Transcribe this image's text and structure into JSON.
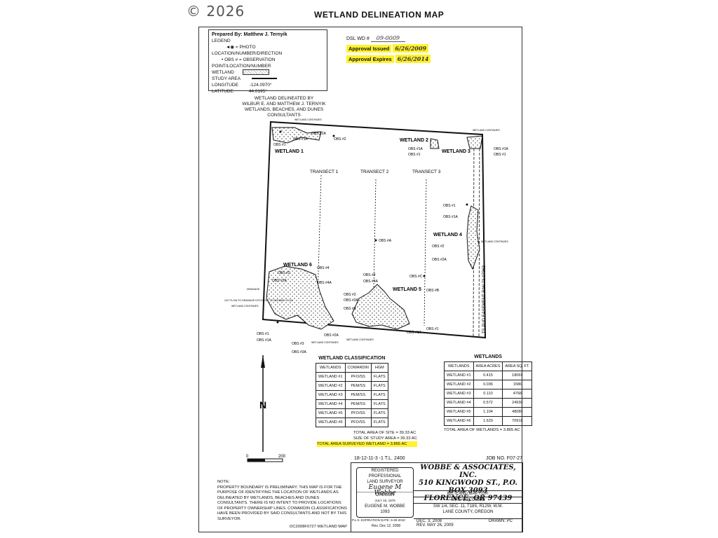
{
  "watermark": "© 2026",
  "title": "WETLAND DELINEATION MAP",
  "legend": {
    "prepared_by": "Prepared By: Matthew J. Ternyik",
    "legend_label": "LEGEND",
    "photo_location": "= PHOTO LOCATION/NUMBER/DIRECTION",
    "obs_point_symbol": "• OBS #",
    "obs_point": "= OBSERVATION POINT/LOCATION/NUMBER",
    "wetland": "WETLAND",
    "study_area": "STUDY AREA",
    "longitude_label": "LONGITUDE",
    "longitude": "-124.0970°",
    "latitude_label": "LATITUDE",
    "latitude": "44.0195°"
  },
  "dsl": {
    "label": "DSL WD #",
    "value": "09-0009",
    "issued_label": "Approval Issued",
    "issued": "6/26/2009",
    "expires_label": "Approval Expires",
    "expires": "6/26/2014"
  },
  "delineated": [
    "WETLAND DELINEATED BY",
    "WILBUR E. AND MATTHEW J. TERNYIK",
    "WETLANDS, BEACHES, AND DUNES CONSULTANTS"
  ],
  "map": {
    "wetland_labels": [
      "WETLAND 1",
      "WETLAND 2",
      "WETLAND 3",
      "WETLAND 4",
      "WETLAND 5",
      "WETLAND 6"
    ],
    "transects": [
      "TRANSECT 1",
      "TRANSECT 2",
      "TRANSECT 3"
    ],
    "easement": "TS PUD EASEMENT R/W 73-07363",
    "obs": [
      "OBS #2A",
      "OBS #2",
      "OBS #1A",
      "OBS #1",
      "OBS #1A",
      "OBS #1",
      "OBS #1A",
      "OBS #1",
      "OBS #1",
      "OBS #1A",
      "OBS #2",
      "OBS #2A",
      "OBS #A",
      "OBS #4",
      "OBS #4A",
      "OBS #3",
      "OBS #3A",
      "OBS #C",
      "OBS #B",
      "OBS #2",
      "OBS #1",
      "OBS #2",
      "OBS #2A",
      "OBS #1",
      "OBS #1A",
      "OBS #3",
      "OBS #3A",
      "OBS #2A",
      "OBS #4",
      "OBS #4A",
      "OBS #1A"
    ],
    "contiues": [
      "WETLAND CONTINUES",
      "WETLAND CONTINUES",
      "WETLAND CONTINUES",
      "WETLAND CONTINUES",
      "WETLAND CONTINUES",
      "WETLAND CONTINUES"
    ],
    "drainage": "DRAINAGE",
    "outfall": "OUT FLOW TO DRAINAGE DITCH OUT TO HIGHWAY 97 101"
  },
  "classification": {
    "title": "WETLAND CLASSIFICATION",
    "headers": [
      "WETLANDS",
      "COWARDIN",
      "HGM"
    ],
    "rows": [
      [
        "WETLAND #1",
        "PFO/SS",
        "FLATS"
      ],
      [
        "WETLAND #2",
        "PEM/SS",
        "FLATS"
      ],
      [
        "WETLAND #3",
        "PEM/SS",
        "FLATS"
      ],
      [
        "WETLAND #4",
        "PEM/SS",
        "FLATS"
      ],
      [
        "WETLAND #5",
        "PFO/SS",
        "FLATS"
      ],
      [
        "WETLAND #6",
        "PFO/SS",
        "FLATS"
      ]
    ]
  },
  "wetlands": {
    "title": "WETLANDS",
    "headers": [
      "WETLANDS",
      "AREA ACRES",
      "AREA SQ. FT."
    ],
    "rows": [
      [
        "WETLAND #1",
        "0.415",
        "18069"
      ],
      [
        "WETLAND #2",
        "0.036",
        "1586"
      ],
      [
        "WETLAND #3",
        "0.110",
        "4768"
      ],
      [
        "WETLAND #4",
        "0.572",
        "24930"
      ],
      [
        "WETLAND #5",
        "1.104",
        "48080"
      ],
      [
        "WETLAND #6",
        "1.629",
        "70918"
      ]
    ],
    "total": "TOTAL AREA OF WETLANDS = 3.865 AC"
  },
  "totals": {
    "site": "TOTAL AREA OF SITE = 39.33 AC",
    "study": "SIZE OF STUDY AREA = 39.33 AC",
    "surveyed": "TOTAL AREA SURVEYED WETLAND = 3.865 AC"
  },
  "scale": {
    "zero": "0",
    "max": "200",
    "north": "N"
  },
  "job": {
    "left": "18-12-11-3 -1 T.L. 2400",
    "right": "JOB NO. F07-27"
  },
  "note": {
    "label": "NOTE:",
    "text": "PROPERTY BOUNDARY IS PRELIMINARY. THIS MAP IS FOR THE PURPOSE OF IDENTIFYING THE LOCATION OF WETLANDS AS DELINEATED BY WETLANDS, BEACHES AND DUNES CONSULTANTS. THERE IS NO INTENT TO PROVIDE LOCATIONS OF PROPERTY OWNERSHIP LINES. COWARDIN CLASSIFICATIONS HAVE BEEN PROVIDED BY SAID CONSULTANTS AND NOT BY THIS SURVEYOR.",
    "file": "DC2008F0727 WETLAND MAP"
  },
  "stamp": {
    "l1": "REGISTERED",
    "l2": "PROFESSIONAL",
    "l3": "LAND SURVEYOR",
    "state": "OREGON",
    "date": "JULY 16, 1979",
    "name": "EUGENE M. WOBBE",
    "num": "1093",
    "exp": "P.L.S. EXPIRATION DATE: 6-30-2010",
    "rev": "Rev. Dec 12, 2008"
  },
  "firm": {
    "name": "WOBBE & ASSOCIATES, INC.",
    "addr1": "510 KINGWOOD ST., P.O. BOX 3093",
    "addr2": "FLORENCE, OR 97439"
  },
  "titleblock": {
    "map_for": "WETLAND MAP FOR:",
    "client": "MIKE COCCIOLO",
    "loc1": "SW 1/4, SEC. 11, T18S, R12W, W.M.",
    "loc2": "LANE COUNTY, OREGON",
    "date1": "DEC. 3, 2008",
    "date2": "REV. MAY 26, 2009",
    "drawn": "DRAWN: PC"
  }
}
